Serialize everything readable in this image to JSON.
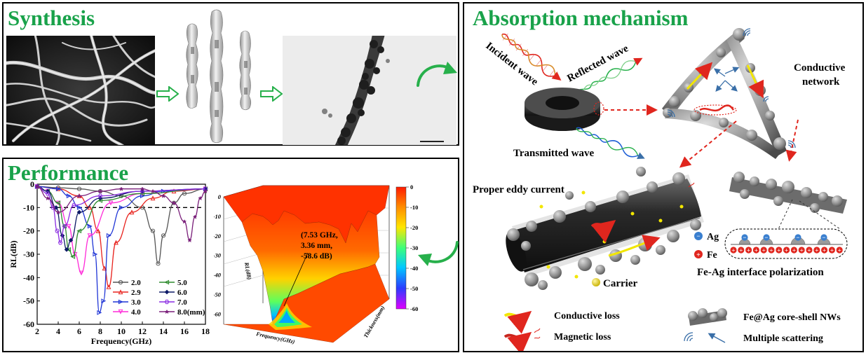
{
  "colors": {
    "title_green": "#19a24a",
    "arrow_green": "#27b04b",
    "dash_red": "#e0261e",
    "panel_border": "#000000"
  },
  "synthesis": {
    "title": "Synthesis"
  },
  "performance": {
    "title": "Performance",
    "annotation_line1": "(7.53 GHz,",
    "annotation_line2": "3.36 mm,",
    "annotation_line3": "-58.6 dB)",
    "zlabel": "RL(dB)",
    "surface_xlabel": "Frequency(GHz)",
    "surface_ylabel": "Thickness(mm)"
  },
  "mechanism": {
    "title": "Absorption mechanism",
    "incident": "Incident wave",
    "reflected": "Reflected wave",
    "transmitted": "Transmitted wave",
    "conductive_network_1": "Conductive",
    "conductive_network_2": "network",
    "eddy": "Proper eddy current",
    "carrier": "Carrier",
    "ag": "Ag",
    "fe": "Fe",
    "interface": "Fe-Ag interface polarization",
    "legend": {
      "conductive_loss": "Conductive loss",
      "magnetic_loss": "Magnetic loss",
      "nws": "Fe@Ag core-shell NWs",
      "scattering": "Multiple scattering"
    }
  },
  "chart_data": [
    {
      "type": "line",
      "title": "",
      "xlabel": "Frequency(GHz)",
      "ylabel": "RL(dB)",
      "xlim": [
        2,
        18
      ],
      "ylim": [
        -60,
        0
      ],
      "xticks": [
        "2",
        "4",
        "6",
        "8",
        "10",
        "12",
        "14",
        "16",
        "18"
      ],
      "yticks": [
        "0",
        "-10",
        "-20",
        "-30",
        "-40",
        "-50",
        "-60"
      ],
      "reference_line": -10,
      "legend_placement": "lower-right",
      "series": [
        {
          "name": "2.0",
          "color": "#555555",
          "marker": "circle",
          "x": [
            2,
            4,
            6,
            8,
            10,
            12,
            13,
            13.5,
            14,
            15,
            16,
            18
          ],
          "y": [
            -1,
            -1.5,
            -2,
            -3,
            -5,
            -10,
            -20,
            -34,
            -22,
            -8,
            -4,
            -2
          ]
        },
        {
          "name": "2.9",
          "color": "#e8231e",
          "marker": "triangle-up",
          "x": [
            2,
            4,
            6,
            7,
            7.8,
            8.4,
            8.8,
            9.5,
            11,
            13,
            15,
            18
          ],
          "y": [
            -1,
            -2,
            -5,
            -10,
            -20,
            -36,
            -44,
            -25,
            -12,
            -6,
            -3,
            -2
          ]
        },
        {
          "name": "3.0",
          "color": "#1f35d6",
          "marker": "triangle-right",
          "x": [
            2,
            4,
            5,
            6,
            7,
            7.5,
            7.9,
            8.3,
            8.8,
            10,
            12,
            14,
            18
          ],
          "y": [
            -1,
            -2,
            -5,
            -10,
            -18,
            -30,
            -55,
            -50,
            -22,
            -10,
            -5,
            -3,
            -2
          ]
        },
        {
          "name": "4.0",
          "color": "#ff2ad8",
          "marker": "triangle-down",
          "x": [
            2,
            3,
            4,
            5,
            5.6,
            6.2,
            7,
            9,
            12,
            18
          ],
          "y": [
            -1,
            -3,
            -8,
            -18,
            -30,
            -38,
            -22,
            -8,
            -4,
            -2
          ]
        },
        {
          "name": "5.0",
          "color": "#2e8b2e",
          "marker": "triangle-left",
          "x": [
            2,
            3,
            4,
            4.6,
            5,
            5.4,
            6,
            8,
            12,
            18
          ],
          "y": [
            -1,
            -3,
            -8,
            -18,
            -28,
            -31,
            -20,
            -7,
            -4,
            -2
          ]
        },
        {
          "name": "6.0",
          "color": "#0d1a66",
          "marker": "diamond",
          "x": [
            2,
            3,
            3.8,
            4.4,
            4.8,
            5.2,
            6,
            8,
            12,
            18
          ],
          "y": [
            -1,
            -3,
            -10,
            -22,
            -28,
            -24,
            -12,
            -6,
            -3,
            -2
          ]
        },
        {
          "name": "7.0",
          "color": "#8a2be2",
          "marker": "hexagon",
          "x": [
            2,
            3,
            3.5,
            3.9,
            4.2,
            4.6,
            5.5,
            8,
            12,
            18
          ],
          "y": [
            -1,
            -4,
            -10,
            -20,
            -25,
            -18,
            -9,
            -5,
            -3,
            -2
          ]
        },
        {
          "name": "8.0(mm)",
          "color": "#7a1f7a",
          "marker": "star",
          "x": [
            2,
            3,
            4,
            6,
            8,
            10,
            12,
            13,
            14,
            15,
            16,
            16.5,
            17,
            17.5,
            18
          ],
          "y": [
            -1,
            -6,
            -12,
            -5,
            -3,
            -2,
            -2,
            -3,
            -5,
            -8,
            -16,
            -24,
            -14,
            -6,
            -3
          ]
        }
      ]
    },
    {
      "type": "heatmap",
      "title": "",
      "xlabel": "Frequency(GHz)",
      "ylabel": "Thickness(mm)",
      "zlabel": "RL(dB)",
      "zlim": [
        -60,
        0
      ],
      "zticks": [
        "0",
        "-10",
        "-20",
        "-30",
        "-40",
        "-50",
        "-60"
      ],
      "minimum": {
        "frequency_ghz": 7.53,
        "thickness_mm": 3.36,
        "rl_db": -58.6
      }
    }
  ]
}
